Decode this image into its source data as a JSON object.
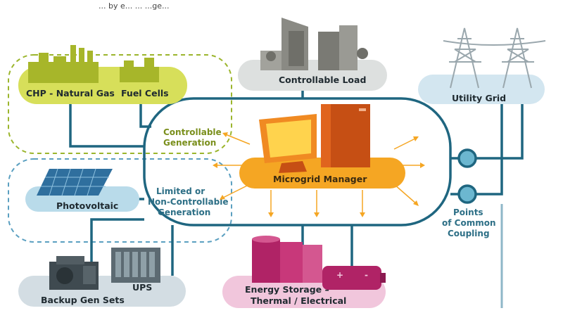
{
  "header_text": "... by e... ... ...ge...",
  "nodes": {
    "chp": "CHP - Natural Gas",
    "fuel_cells": "Fuel Cells",
    "controllable_load": "Controllable Load",
    "utility_grid": "Utility Grid",
    "photovoltaic": "Photovoltaic",
    "microgrid_manager": "Microgrid Manager",
    "ups": "UPS",
    "backup_gen_sets": "Backup Gen Sets",
    "energy_storage_line1": "Energy Storage –",
    "energy_storage_line2": "Thermal / Electrical"
  },
  "groups": {
    "controllable_generation": [
      "Controllable",
      "Generation"
    ],
    "limited_generation": [
      "Limited or",
      "Non-Controllable",
      "Generation"
    ],
    "pcc": [
      "Points",
      "of Common",
      "Coupling"
    ]
  },
  "colors": {
    "line": "#1f6680",
    "olive_fill": "#d7df5a",
    "olive_dash": "#9bb52c",
    "grey_fill": "#dde0df",
    "blue_fill": "#d3e6f0",
    "orange": "#f5a623",
    "pink_fill": "#f1c6dc",
    "magenta": "#b02366"
  }
}
